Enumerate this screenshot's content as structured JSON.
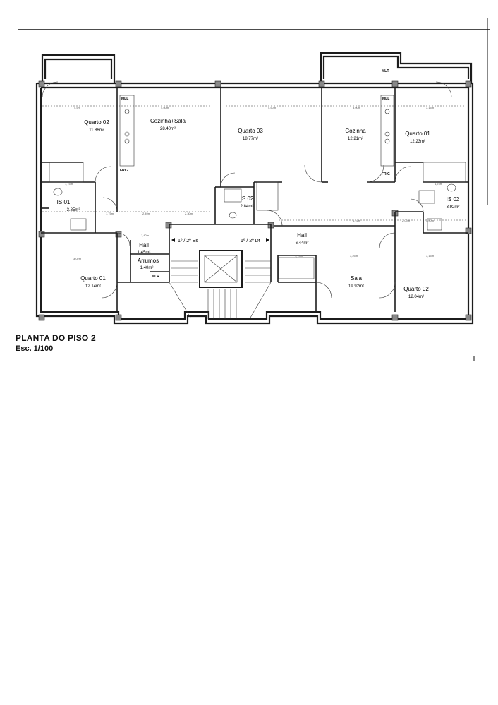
{
  "caption": {
    "title": "PLANTA DO PISO 2",
    "scale": "Esc. 1/100"
  },
  "rooms": {
    "quarto02_left": {
      "name": "Quarto 02",
      "area": "11.86m²"
    },
    "cozinha_sala": {
      "name": "Cozinha+Sala",
      "area": "28.40m²"
    },
    "quarto03": {
      "name": "Quarto 03",
      "area": "18.77m²"
    },
    "cozinha_right": {
      "name": "Cozinha",
      "area": "12.21m²"
    },
    "quarto01_right": {
      "name": "Quarto 01",
      "area": "12.23m²"
    },
    "is01": {
      "name": "IS 01",
      "area": "3.85m²"
    },
    "is02_center": {
      "name": "IS 02",
      "area": "2.84m²"
    },
    "is02_right": {
      "name": "IS 02",
      "area": "3.92m²"
    },
    "hall_left": {
      "name": "Hall",
      "area": "1.45m²"
    },
    "arrumos": {
      "name": "Arrumos",
      "area": "1.40m²"
    },
    "hall_right": {
      "name": "Hall",
      "area": "6.44m²"
    },
    "quarto01_left": {
      "name": "Quarto 01",
      "area": "12.14m²"
    },
    "sala": {
      "name": "Sala",
      "area": "19.92m²"
    },
    "quarto02_right": {
      "name": "Quarto 02",
      "area": "12.04m²"
    }
  },
  "apartments": {
    "left": "1º / 2º Es",
    "right": "1º / 2º Dt"
  },
  "fixtures": {
    "mll": "MLL",
    "frig": "FRIG",
    "mlr": "MLR"
  },
  "dimensions": {
    "d1": "4,5m",
    "d2": "4,50m",
    "d3": "4,50m",
    "d4": "3,00m",
    "d5": "3,15m",
    "d6": "1,75m",
    "d7": "2,49m",
    "d8": "2,30m",
    "d9": "1,40m",
    "d10": "3,25m",
    "d11": "3,15m",
    "d12": "3,02m",
    "d13": "1,75m",
    "d14": "5,16m",
    "d15": "2,00m",
    "d16": "3,30m",
    "d17": "1,70m"
  }
}
